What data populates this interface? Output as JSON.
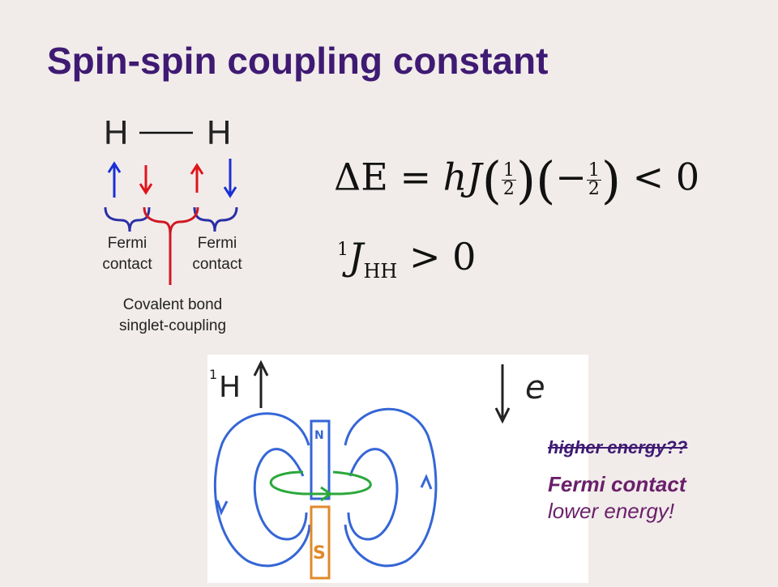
{
  "title": "Spin-spin coupling constant",
  "molecule": {
    "atom_left": "H",
    "atom_right": "H"
  },
  "labels": {
    "fermi_left_line1": "Fermi",
    "fermi_left_line2": "contact",
    "fermi_right_line1": "Fermi",
    "fermi_right_line2": "contact",
    "covalent_line1": "Covalent bond",
    "covalent_line2": "singlet-coupling"
  },
  "equations": {
    "delta_e": {
      "lhs": "ΔE",
      "eq": "=",
      "hJ": "hJ",
      "frac1_num": "1",
      "frac1_den": "2",
      "minus": "−",
      "frac2_num": "1",
      "frac2_den": "2",
      "relation": "< 0"
    },
    "coupling": {
      "superscript": "1",
      "symbol": "J",
      "subscript": "HH",
      "relation": "> 0"
    }
  },
  "drawing": {
    "nucleus_label": "H",
    "nucleus_superscript": "1",
    "electron_label": "e",
    "north_label": "N",
    "south_label": "S"
  },
  "notes": {
    "struck": "higher energy??",
    "emphasis": "Fermi contact",
    "plain": "lower energy!"
  },
  "colors": {
    "title": "#3f1a73",
    "arrow_blue": "#1a2fd6",
    "arrow_red": "#e0141a",
    "field_lines": "#3566d6",
    "current_loop": "#2aa83a",
    "magnet_north": "#3566d6",
    "magnet_south": "#e08a2a",
    "note": "#6b1f6a"
  }
}
